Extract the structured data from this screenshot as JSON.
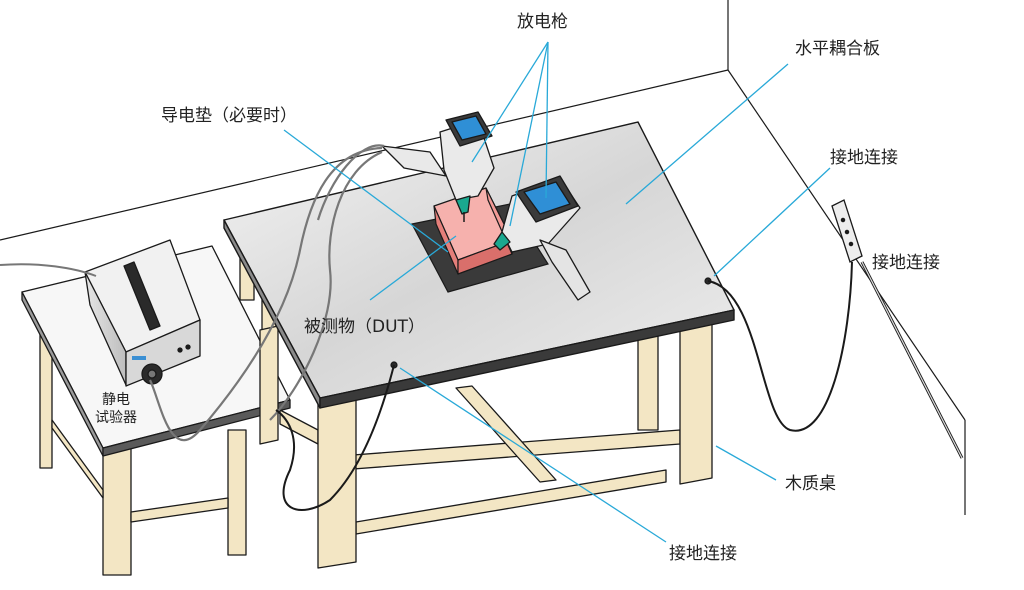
{
  "labels": {
    "esd_gun": "放电枪",
    "horizontal_coupling_plane": "水平耦合板",
    "conductive_mat": "导电垫（必要时）",
    "ground_connection_right_upper": "接地连接",
    "ground_connection_wall": "接地连接",
    "ground_connection_bottom": "接地连接",
    "dut": "被测物（DUT）",
    "wooden_table": "木质桌",
    "esd_tester_line1": "静电",
    "esd_tester_line2": "试验器"
  },
  "colors": {
    "leader_line": "#29a9d8",
    "coupling_plane": "#d9d9d9",
    "dut_block": "#f08a8a",
    "conductive_mat": "#3a3a3a",
    "wood": "#f3e6c4",
    "gun_screen": "#2f8fd6",
    "gun_tip": "#1aa88f",
    "outline": "#1a1a1a"
  }
}
